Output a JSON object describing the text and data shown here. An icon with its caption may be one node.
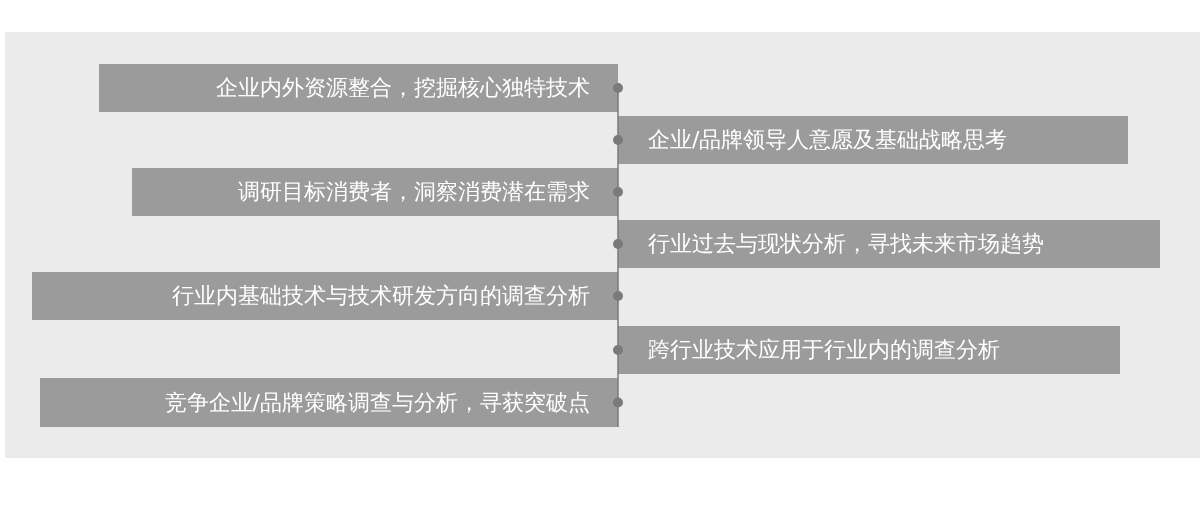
{
  "diagram": {
    "nodes": [
      {
        "text": [
          "企业内外资源整合，挖掘核心独特技术"
        ]
      },
      {
        "text": [
          "企业/品牌领导人意愿及基础战略思考"
        ]
      },
      {
        "text": [
          "调研目标消费者，洞察消费潜在需求"
        ]
      },
      {
        "text": [
          "行业过去与现状分析，寻找未来市场趋势"
        ]
      },
      {
        "text": [
          "行业内基础技术与技术研发方向的调查分析"
        ]
      },
      {
        "text": [
          "跨行业技术应用于行业内的调查分析"
        ]
      },
      {
        "text": [
          "竞争企业/品牌策略调查与分析，寻获突破点"
        ]
      }
    ]
  }
}
